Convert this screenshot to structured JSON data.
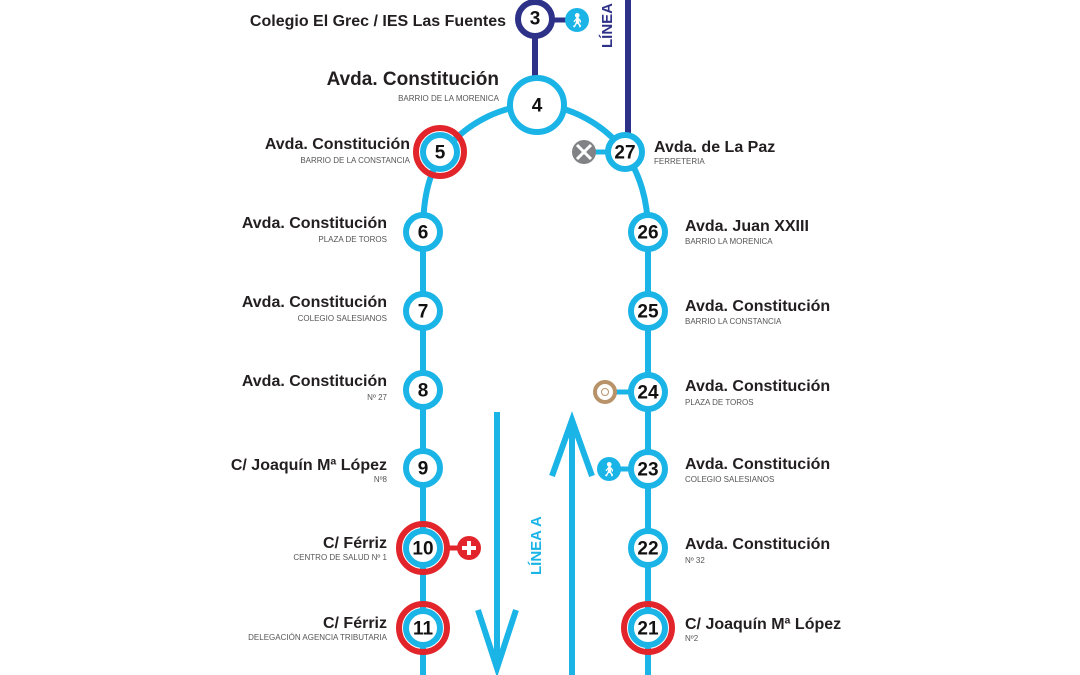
{
  "colors": {
    "line_a": "#1ab4e6",
    "line_navy": "#2e3188",
    "connection_red": "#e2242b",
    "icon_grey": "#808285",
    "icon_brown": "#b8936a"
  },
  "labels": {
    "line_navy": "LÍNEA",
    "line_a": "LÍNEA A"
  },
  "stops": [
    {
      "number": "3",
      "name": "Colegio El Grec / IES Las Fuentes",
      "sub": ""
    },
    {
      "number": "4",
      "name": "Avda. Constitución",
      "sub": "BARRIO DE LA MORENICA"
    },
    {
      "number": "5",
      "name": "Avda. Constitución",
      "sub": "BARRIO DE LA CONSTANCIA"
    },
    {
      "number": "6",
      "name": "Avda. Constitución",
      "sub": "PLAZA DE TOROS"
    },
    {
      "number": "7",
      "name": "Avda. Constitución",
      "sub": "COLEGIO SALESIANOS"
    },
    {
      "number": "8",
      "name": "Avda. Constitución",
      "sub": "Nº 27"
    },
    {
      "number": "9",
      "name": "C/ Joaquín Mª López",
      "sub": "Nº8"
    },
    {
      "number": "10",
      "name": "C/ Férriz",
      "sub": "CENTRO DE SALUD Nº 1"
    },
    {
      "number": "11",
      "name": "C/ Férriz",
      "sub": "DELEGACIÓN AGENCIA TRIBUTARIA"
    },
    {
      "number": "21",
      "name": "C/ Joaquín Mª López",
      "sub": "Nº2"
    },
    {
      "number": "22",
      "name": "Avda. Constitución",
      "sub": "Nº 32"
    },
    {
      "number": "23",
      "name": "Avda. Constitución",
      "sub": "COLEGIO SALESIANOS"
    },
    {
      "number": "24",
      "name": "Avda. Constitución",
      "sub": "PLAZA DE TOROS"
    },
    {
      "number": "25",
      "name": "Avda. Constitución",
      "sub": "BARRIO LA CONSTANCIA"
    },
    {
      "number": "26",
      "name": "Avda. Juan XXIII",
      "sub": "BARRIO LA MORENICA"
    },
    {
      "number": "27",
      "name": "Avda. de La Paz",
      "sub": "FERRETERIA"
    }
  ],
  "icons": [
    "pedestrian-icon",
    "tools-icon",
    "monument-icon",
    "health-center-icon"
  ]
}
